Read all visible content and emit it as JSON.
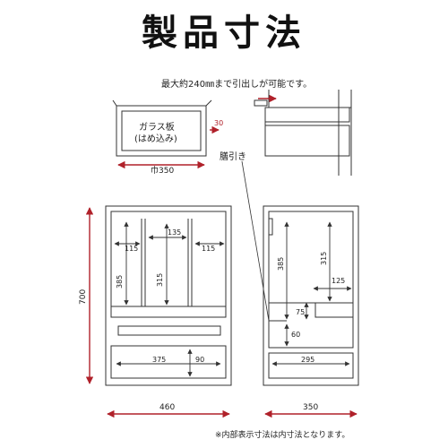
{
  "title": "製品寸法",
  "notes": {
    "drawer_pull": "最大約240㎜まで引出しが可能です。",
    "footer": "※内部表示寸法は内寸法となります。"
  },
  "labels": {
    "glass_panel": "ガラス板",
    "glass_inset": "(はめ込み)",
    "drawer_front": "膳引き"
  },
  "dimensions": {
    "top_width": "巾350",
    "top_depth": "30",
    "height_total": "700",
    "width_front": "460",
    "width_side": "350",
    "front_left_w": "115",
    "front_mid_w": "135",
    "front_right_w": "115",
    "front_left_h": "385",
    "front_mid_h": "315",
    "drawer_w": "375",
    "drawer_h": "90",
    "side_inner_h": "385",
    "side_upper_h": "315",
    "side_shelf_d": "125",
    "side_tray_h": "75",
    "side_tray_gap": "60",
    "side_drawer_w": "295"
  },
  "colors": {
    "line": "#333333",
    "arrow": "#b0212a",
    "text": "#222222"
  }
}
